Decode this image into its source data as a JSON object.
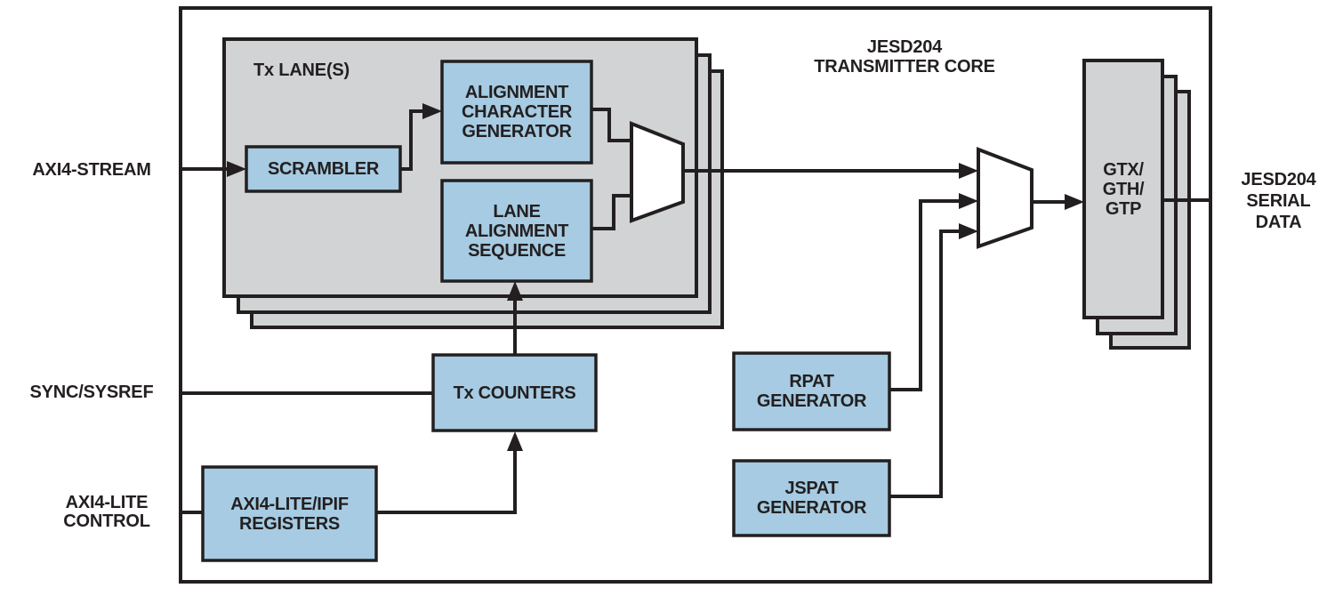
{
  "diagram": {
    "title_lines": [
      "JESD204",
      "TRANSMITTER CORE"
    ],
    "colors": {
      "block_fill": "#a6cbe2",
      "stack_fill": "#d1d3d4",
      "line": "#231f20",
      "mux_fill": "#ffffff",
      "background": "#ffffff"
    }
  },
  "external_labels": {
    "axi4_stream": "AXI4-STREAM",
    "sync_sysref": "SYNC/SYSREF",
    "axi4_lite_control_lines": [
      "AXI4-LITE",
      "CONTROL"
    ],
    "serial_data_lines": [
      "JESD204",
      "SERIAL",
      "DATA"
    ]
  },
  "blocks": {
    "tx_lanes_label": "Tx LANE(S)",
    "scrambler_label": "SCRAMBLER",
    "alignment_character_generator_lines": [
      "ALIGNMENT",
      "CHARACTER",
      "GENERATOR"
    ],
    "lane_alignment_sequence_lines": [
      "LANE",
      "ALIGNMENT",
      "SEQUENCE"
    ],
    "tx_counters_label": "Tx COUNTERS",
    "axi4_lite_ipif_registers_lines": [
      "AXI4-LITE/IPIF",
      "REGISTERS"
    ],
    "rpat_generator_lines": [
      "RPAT",
      "GENERATOR"
    ],
    "jspat_generator_lines": [
      "JSPAT",
      "GENERATOR"
    ],
    "gtx_gth_gtp_lines": [
      "GTX/",
      "GTH/",
      "GTP"
    ]
  }
}
